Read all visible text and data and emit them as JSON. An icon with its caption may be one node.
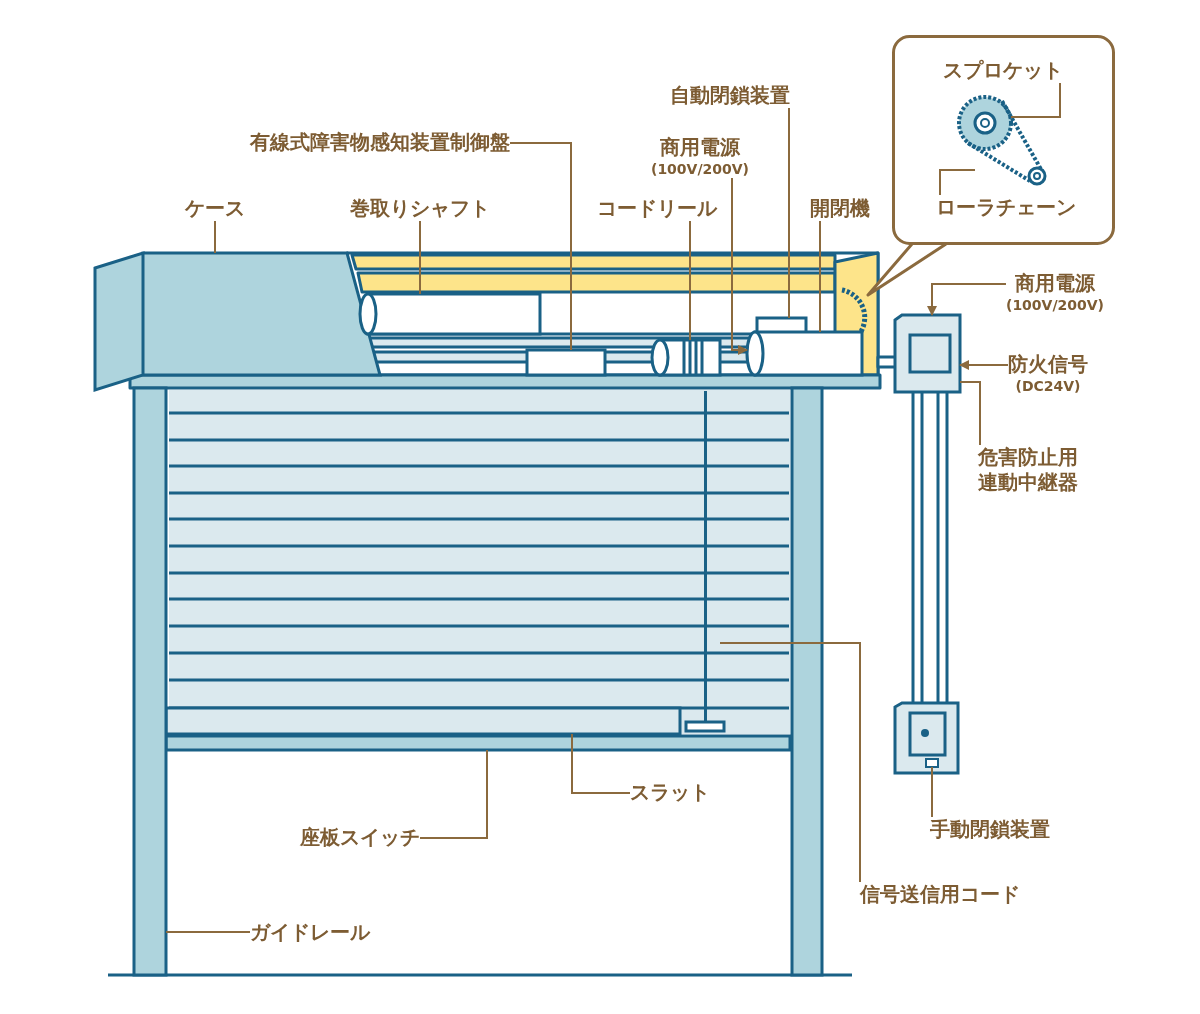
{
  "diagram": {
    "nodes": [
      {
        "text": [],
        "shape": "box"
      },
      {
        "text": [
          "スプロケット"
        ],
        "in": 0
      },
      {
        "text": [
          "ローラチェーン"
        ],
        "in": 0
      },
      {
        "text": [],
        "shape": "circle",
        "in": 0
      },
      {
        "text": [],
        "shape": "picture",
        "in": 0
      },
      {
        "text": [
          "自動閉鎖装置"
        ]
      },
      {
        "text": [
          "有線式障害物感知装置制御盤"
        ]
      },
      {
        "text": [
          "商用電源",
          "(100V/200V)"
        ]
      },
      {
        "text": [
          "ケース"
        ]
      },
      {
        "text": [
          "巻取りシャフト"
        ]
      },
      {
        "text": [
          "コードリール"
        ]
      },
      {
        "text": [
          "開閉機"
        ]
      },
      {
        "text": [
          "商用電源",
          "(100V/200V)"
        ]
      },
      {
        "text": [
          "防火信号",
          "(DC24V)"
        ]
      },
      {
        "text": [
          "危害防止用連動中継器"
        ]
      },
      {
        "text": [
          "スラット"
        ]
      },
      {
        "text": [
          "座板スイッチ"
        ]
      },
      {
        "text": [
          "手動閉鎖装置"
        ]
      },
      {
        "text": [
          "信号送信用コード"
        ]
      },
      {
        "text": [
          "ガイドレール"
        ]
      },
      {
        "text": [],
        "shape": "box"
      },
      {
        "text": [],
        "shape": "cylinder"
      },
      {
        "text": [],
        "shape": "box"
      },
      {
        "text": [],
        "shape": "box"
      },
      {
        "text": [],
        "shape": "cylinder"
      },
      {
        "text": [],
        "shape": "cylinder"
      },
      {
        "text": [],
        "shape": "box"
      },
      {
        "text": [],
        "shape": "bar"
      },
      {
        "text": [],
        "shape": "bar"
      },
      {
        "text": [],
        "shape": "box"
      },
      {
        "text": [],
        "shape": "box",
        "in": 29
      },
      {
        "text": [],
        "shape": "bar"
      },
      {
        "text": [],
        "shape": "bar"
      },
      {
        "text": [],
        "shape": "bar"
      }
    ],
    "edges": [
      {
        "from": 6,
        "to": 22,
        "arrow": "none"
      },
      {
        "from": 8,
        "to": 20,
        "arrow": "none"
      },
      {
        "from": 9,
        "to": 21,
        "arrow": "none"
      },
      {
        "from": 5,
        "to": 23,
        "arrow": "none"
      },
      {
        "from": 7,
        "to": 25,
        "arrow": "to"
      },
      {
        "from": 10,
        "to": 24,
        "arrow": "none"
      },
      {
        "from": 11,
        "to": 25,
        "arrow": "none"
      },
      {
        "from": 1,
        "to": 3,
        "arrow": "none"
      },
      {
        "from": 2,
        "to": 4,
        "arrow": "none"
      },
      {
        "from": 12,
        "to": 26,
        "arrow": "to"
      },
      {
        "from": 13,
        "to": 26,
        "arrow": "to"
      },
      {
        "from": 14,
        "to": 26,
        "arrow": "none"
      },
      {
        "from": 15,
        "to": 27,
        "arrow": "none"
      },
      {
        "from": 16,
        "to": 28,
        "arrow": "none"
      },
      {
        "from": 17,
        "to": 30,
        "arrow": "none"
      },
      {
        "from": 18,
        "to": 33,
        "arrow": "none"
      },
      {
        "from": 19,
        "to": 31,
        "arrow": "none"
      }
    ]
  }
}
